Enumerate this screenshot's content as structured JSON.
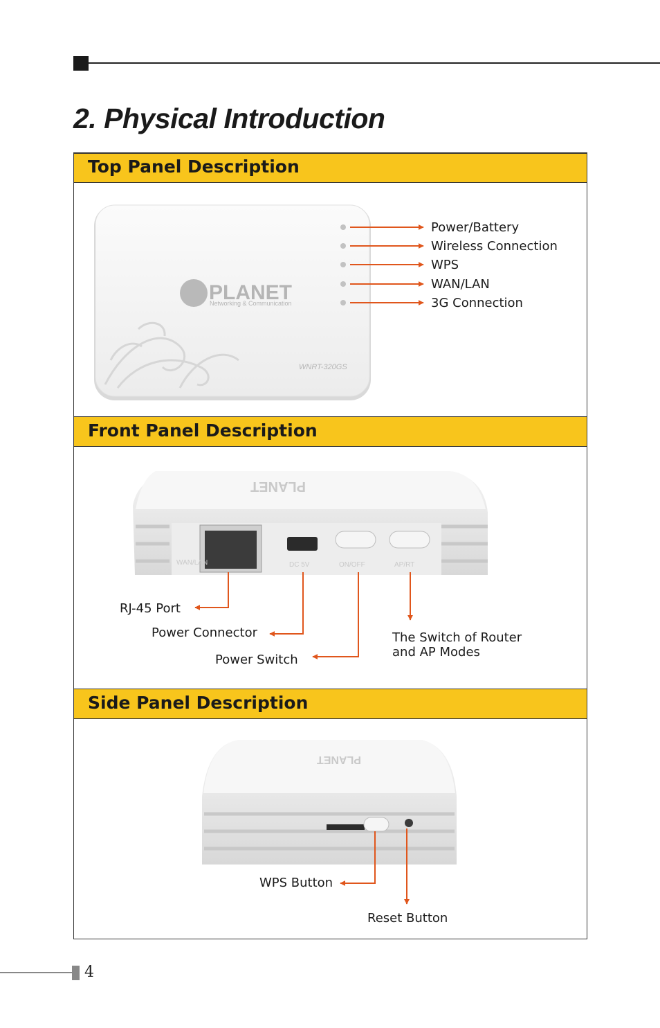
{
  "page": {
    "title": "2. Physical Introduction",
    "page_number": "4"
  },
  "sections": {
    "top": {
      "heading": "Top Panel Description",
      "labels": [
        "Power/Battery",
        "Wireless Connection",
        "WPS",
        "WAN/LAN",
        "3G Connection"
      ],
      "device": {
        "brand": "PLANET",
        "tagline": "Networking & Communication",
        "model": "WNRT-320GS"
      }
    },
    "front": {
      "heading": "Front Panel Description",
      "labels": {
        "rj45": "RJ-45 Port",
        "power_connector": "Power Connector",
        "power_switch": "Power Switch",
        "mode_switch_line1": "The Switch of Router",
        "mode_switch_line2": "and AP Modes"
      },
      "device_markings": {
        "wan_lan": "WAN/LAN",
        "dc": "DC 5V",
        "onoff": "ON/OFF",
        "aprt": "AP/RT"
      }
    },
    "side": {
      "heading": "Side Panel Description",
      "labels": {
        "wps": "WPS Button",
        "reset": "Reset Button"
      }
    }
  },
  "colors": {
    "accent": "#f8c51c",
    "arrow": "#e0561c"
  }
}
